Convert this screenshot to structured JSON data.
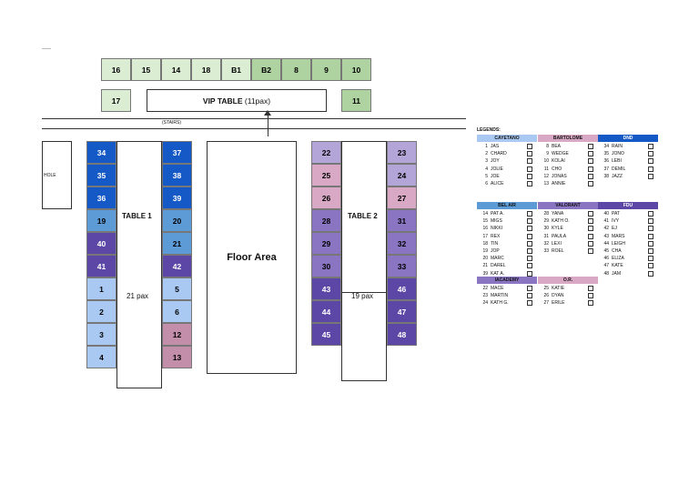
{
  "colors": {
    "green_light": "#dbeed4",
    "green_dark": "#aed3a0",
    "blue_dark": "#1559c7",
    "blue_mid": "#5d9bd6",
    "blue_light": "#a9c8f2",
    "purple_dark": "#5c46a6",
    "purple_mid": "#8a75c2",
    "purple_light": "#b4a5d8",
    "pink": "#c38ea9",
    "pink_light": "#d8a8c4"
  },
  "top_row": [
    "16",
    "15",
    "14",
    "18",
    "B1",
    "B2",
    "8",
    "9",
    "10"
  ],
  "seat_17": "17",
  "seat_11": "11",
  "vip_table": {
    "title": "VIP TABLE",
    "pax": "(11pax)"
  },
  "stairs_label": "(STAIRS)",
  "hole_label": "HOLE",
  "floor_area": "Floor Area",
  "table1": {
    "name": "TABLE 1",
    "pax": "21 pax"
  },
  "table2": {
    "name": "TABLE 2",
    "pax": "19 pax"
  },
  "col_a": [
    "34",
    "35",
    "36",
    "19",
    "40",
    "41",
    "1",
    "2",
    "3",
    "4"
  ],
  "col_b": [
    "37",
    "38",
    "39",
    "20",
    "21",
    "42",
    "5",
    "6",
    "12",
    "13"
  ],
  "col_c": [
    "22",
    "25",
    "26",
    "28",
    "29",
    "30",
    "43",
    "44",
    "45"
  ],
  "col_d": [
    "23",
    "24",
    "27",
    "31",
    "32",
    "33",
    "46",
    "47",
    "48"
  ],
  "legends": {
    "title": "LEGENDS:",
    "groups": [
      {
        "name": "CAYETANO",
        "items": [
          [
            "1",
            "JAS"
          ],
          [
            "2",
            "CHARD"
          ],
          [
            "3",
            "JOY"
          ],
          [
            "4",
            "JOLIE"
          ],
          [
            "5",
            "JOE"
          ],
          [
            "6",
            "ALICE"
          ]
        ]
      },
      {
        "name": "BARTOLOME",
        "items": [
          [
            "8",
            "BEA"
          ],
          [
            "9",
            "WEDGE"
          ],
          [
            "10",
            "KOLAI"
          ],
          [
            "11",
            "CHO"
          ],
          [
            "12",
            "JONAS"
          ],
          [
            "13",
            "ANNIE"
          ]
        ]
      },
      {
        "name": "DND",
        "items": [
          [
            "34",
            "RAIN"
          ],
          [
            "35",
            "JONO"
          ],
          [
            "36",
            "LEBI"
          ],
          [
            "37",
            "DEMIL"
          ],
          [
            "38",
            "JAZZ"
          ]
        ]
      },
      {
        "name": "BEL AIR",
        "items": [
          [
            "14",
            "PAT A."
          ],
          [
            "15",
            "MIGS"
          ],
          [
            "16",
            "NIKKI"
          ],
          [
            "17",
            "REX"
          ],
          [
            "18",
            "TIN"
          ],
          [
            "19",
            "JOP"
          ],
          [
            "20",
            "MARC"
          ],
          [
            "21",
            "DAREL"
          ],
          [
            "39",
            "KAT A."
          ]
        ]
      },
      {
        "name": "VALORANT",
        "items": [
          [
            "28",
            "YANA"
          ],
          [
            "29",
            "KATH O."
          ],
          [
            "30",
            "KYLE"
          ],
          [
            "31",
            "PAULA"
          ],
          [
            "32",
            "LEXI"
          ],
          [
            "33",
            "ROEL"
          ]
        ]
      },
      {
        "name": "FDU",
        "items": [
          [
            "40",
            "PAT"
          ],
          [
            "41",
            "IVY"
          ],
          [
            "42",
            "EJ"
          ],
          [
            "43",
            "MARS"
          ],
          [
            "44",
            "LEIGH"
          ],
          [
            "45",
            "CHA"
          ],
          [
            "46",
            "ELIZA"
          ],
          [
            "47",
            "KATE"
          ],
          [
            "48",
            "JAM"
          ]
        ]
      },
      {
        "name": "IACADEMY",
        "items": [
          [
            "22",
            "MACE"
          ],
          [
            "23",
            "MARTIN"
          ],
          [
            "24",
            "KATH G."
          ]
        ]
      },
      {
        "name": "O.R.",
        "items": [
          [
            "25",
            "KATIE"
          ],
          [
            "26",
            "DYAN"
          ],
          [
            "27",
            "ERILE"
          ]
        ]
      }
    ]
  }
}
